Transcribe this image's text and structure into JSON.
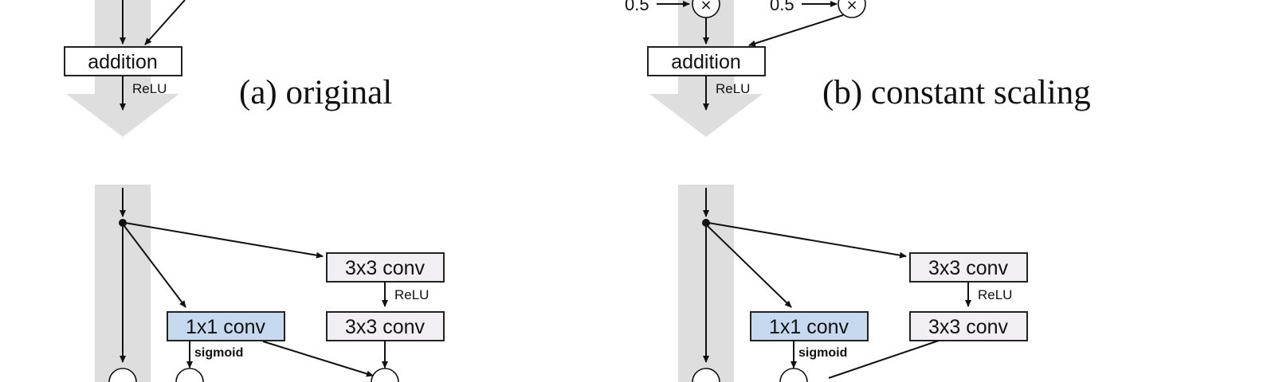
{
  "panel_a": {
    "caption": "(a) original",
    "addition_label": "addition",
    "relu_label": "ReLU"
  },
  "panel_b": {
    "caption": "(b) constant scaling",
    "addition_label": "addition",
    "relu_label": "ReLU",
    "scale_left": "0.5",
    "scale_right": "0.5",
    "multiply_symbol": "×"
  },
  "panel_c": {
    "conv_1x1_label": "1x1 conv",
    "gate_activation": "sigmoid",
    "conv_3x3_top_label": "3x3 conv",
    "conv_3x3_bottom_label": "3x3 conv",
    "relu_label": "ReLU"
  },
  "panel_d": {
    "conv_1x1_label": "1x1 conv",
    "gate_activation": "sigmoid",
    "conv_3x3_top_label": "3x3 conv",
    "conv_3x3_bottom_label": "3x3 conv",
    "relu_label": "ReLU"
  },
  "colors": {
    "shortcut_band": "#dedede",
    "box_fill": "#ffffff",
    "conv3x3_fill": "#f1eff4",
    "conv1x1_fill": "#c7d9ee",
    "line": "#111111"
  }
}
